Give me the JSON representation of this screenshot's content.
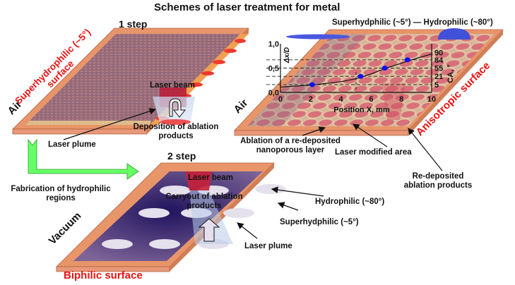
{
  "title": "Schemes of laser treatment for metal",
  "step1": {
    "heading": "1 step",
    "environment": "Air",
    "surface_label_line1": "Superhydrophilic (~5°)",
    "surface_label_line2": "surface",
    "laser_beam": "Laser beam",
    "deposition_line1": "Deposition of ablation",
    "deposition_line2": "products",
    "laser_plume": "Laser plume"
  },
  "transition": {
    "line1": "Fabrication of hydrophilic",
    "line2": "regions"
  },
  "step2": {
    "heading": "2 step",
    "environment": "Vacuum",
    "surface_name": "Biphilic surface",
    "laser_beam": "Laser beam",
    "carryout_line1": "Carryout of ablation",
    "carryout_line2": "products",
    "laser_plume": "Laser plume",
    "hydrophilic": "Hydrophilic (~80°)",
    "superhydrophilic": "Superhydphilic (~5°)"
  },
  "anisotropic": {
    "environment": "Air",
    "gradient_label": "Superhydphilic (~5°) — Hydrophilic (~80°)",
    "surface_name": "Anisotropic surface",
    "ablation_line1": "Ablation of a re-deposited",
    "ablation_line2": "nanoporous layer",
    "modified_area": "Laser modified area",
    "redeposited_line1": "Re-deposited",
    "redeposited_line2": "ablation products"
  },
  "colors": {
    "accent_red": "#ee1111",
    "arrow_green": "#66ff66",
    "plate_orange": "#e8956a",
    "vacuum_purple": "#3a2a78",
    "data_point_blue": "#1010ee"
  },
  "chart_data": {
    "type": "line",
    "title": "",
    "xlabel": "Position X, mm",
    "ylabel": "Δx/D",
    "y2label": "CA, °",
    "xlim": [
      0,
      10
    ],
    "ylim": [
      0,
      1
    ],
    "x_ticks": [
      "0",
      "2",
      "4",
      "6",
      "8",
      "10"
    ],
    "y_ticks": [
      "0,0",
      "0,5",
      "1,0"
    ],
    "y2_ticks": [
      {
        "label": "5",
        "y": 0.16
      },
      {
        "label": "21",
        "y": 0.33
      },
      {
        "label": "55",
        "y": 0.5
      },
      {
        "label": "84",
        "y": 0.67
      },
      {
        "label": "90",
        "y": 0.82
      }
    ],
    "grid": "dashed horizontal lines at contact-angle levels",
    "series": [
      {
        "name": "Δx/D curve",
        "x": [
          0,
          2,
          4,
          5,
          6,
          7,
          8,
          9,
          10
        ],
        "y": [
          0.11,
          0.15,
          0.22,
          0.28,
          0.38,
          0.5,
          0.6,
          0.7,
          0.79
        ]
      },
      {
        "name": "measured points",
        "x": [
          2.1,
          5.3,
          6.9,
          8.4
        ],
        "y": [
          0.16,
          0.33,
          0.5,
          0.67
        ]
      }
    ],
    "vline_x": 5
  }
}
